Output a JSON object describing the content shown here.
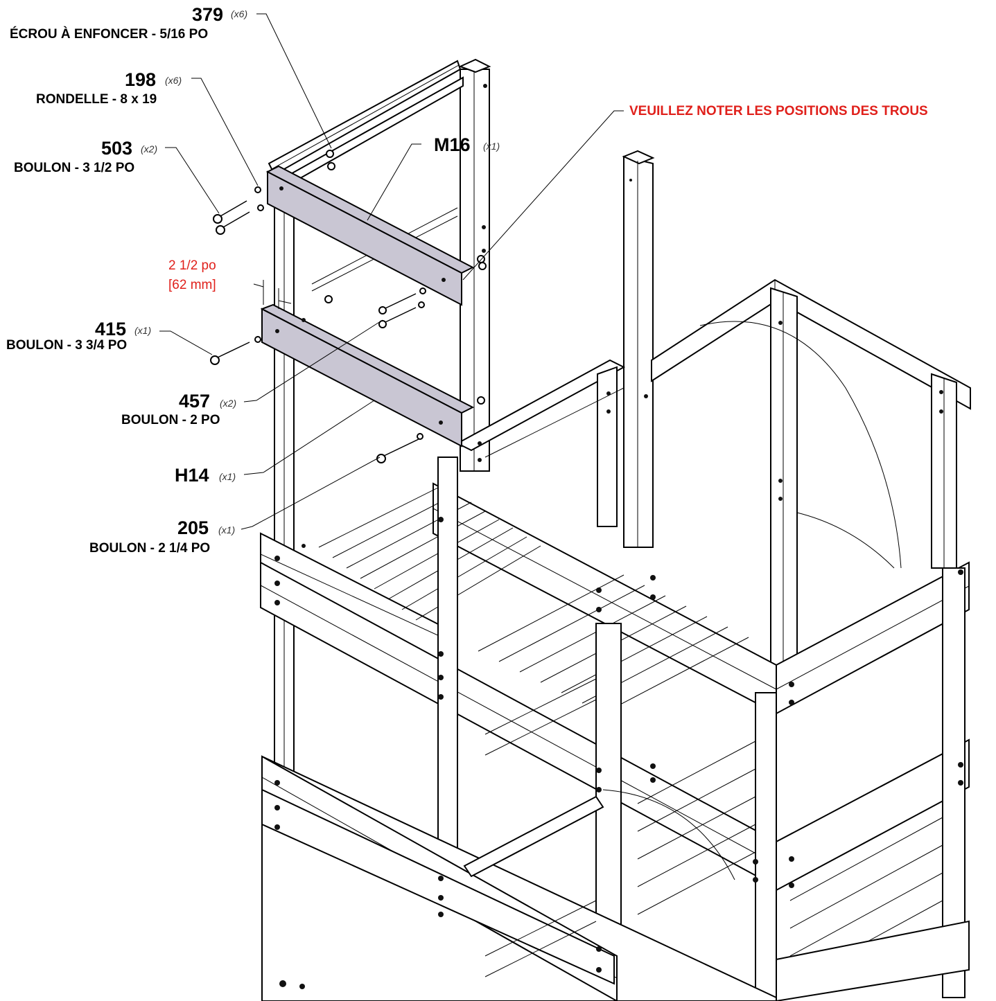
{
  "parts": [
    {
      "id": "379",
      "qty": "(x6)",
      "desc": "ÉCROU À ENFONCER - 5/16 PO"
    },
    {
      "id": "198",
      "qty": "(x6)",
      "desc": "RONDELLE - 8 x 19"
    },
    {
      "id": "503",
      "qty": "(x2)",
      "desc": "BOULON - 3 1/2 PO"
    },
    {
      "id": "M16",
      "qty": "(x1)",
      "desc": ""
    },
    {
      "id": "415",
      "qty": "(x1)",
      "desc": "BOULON - 3 3/4 PO"
    },
    {
      "id": "457",
      "qty": "(x2)",
      "desc": "BOULON - 2 PO"
    },
    {
      "id": "H14",
      "qty": "(x1)",
      "desc": ""
    },
    {
      "id": "205",
      "qty": "(x1)",
      "desc": "BOULON - 2 1/4 PO"
    }
  ],
  "note": "VEUILLEZ NOTER LES POSITIONS DES TROUS",
  "dimension": {
    "imperial": "2 1/2 po",
    "metric": "[62 mm]"
  },
  "colors": {
    "highlight_part": "#c9c6d3",
    "note_red": "#e0201b"
  }
}
